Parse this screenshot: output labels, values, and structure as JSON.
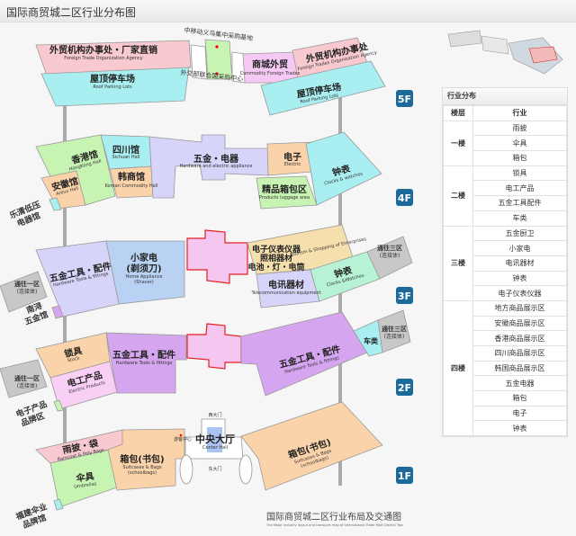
{
  "title": "国际商贸城二区行业分布图",
  "colors": {
    "badge": "#1c6a9a",
    "pink": "#f8c9cf",
    "cyan": "#a9eef0",
    "green": "#c7f3b3",
    "peach": "#fbd3aa",
    "lavender": "#d6d4f8",
    "purple": "#d6a5ef",
    "blue": "#b9d2f3",
    "gray": "#c8c8c8",
    "cross": "#f5c7f0"
  },
  "floors": {
    "f5": {
      "badge": "5F",
      "top_label": "中移动义乌集中采购基地",
      "center_label": "外交部联合国采购中心",
      "left_office": {
        "cn": "外贸机构办事处・厂家直销",
        "en": "Foreign Trade Organization Agency"
      },
      "left_parking": {
        "cn": "屋顶停车场",
        "en": "Roof Parking Lots"
      },
      "commodity": {
        "cn": "商城外贸",
        "en": "Commodity Foreign Trades"
      },
      "right_office": {
        "cn": "外贸机构办事处",
        "en": "Foreign Trades Organization Agency"
      },
      "right_parking": {
        "cn": "屋顶停车场",
        "en": "Roof Parking Lots"
      }
    },
    "f4": {
      "badge": "4F",
      "hongkong": {
        "cn": "香港馆",
        "en": "HongKong Hall"
      },
      "sichuan": {
        "cn": "四川馆",
        "en": "Sichuan Hall"
      },
      "anhui": {
        "cn": "安徽馆",
        "en": "Anhui Hall"
      },
      "korea": {
        "cn": "韩商馆",
        "en": "Korean Commodity Hall"
      },
      "hardware": {
        "cn": "五金・电器",
        "en": "Hardware and electric appliance"
      },
      "electric": {
        "cn": "电子",
        "en": "Electric"
      },
      "luggage": {
        "cn": "精品箱包区",
        "en": "Products luggage area"
      },
      "clocks": {
        "cn": "钟表",
        "en": "Clocks & watches"
      },
      "side": [
        "乐清低压",
        "电器馆"
      ]
    },
    "f3": {
      "badge": "3F",
      "hardware": {
        "cn": "五金工具・配件",
        "en": "Hardware Tools & fittings"
      },
      "appliance": {
        "cn": "小家电",
        "cn2": "(剃须刀)",
        "en": "Home Appliance",
        "en2": "(Shaver)"
      },
      "instruments": {
        "lines": [
          "电子仪表仪器",
          "照相器材",
          "电池・灯・电筒"
        ],
        "en": "Tourism & Shopping of Enterprises"
      },
      "telecom": {
        "cn": "电讯器材",
        "en": "Telecommunication equipment"
      },
      "clocks": {
        "cn": "钟表",
        "en": "Clocks &Watches"
      },
      "to_zone1": {
        "cn": "通往一区",
        "sub": "(连接体)"
      },
      "to_zone3": {
        "cn": "通往三区",
        "sub": "(连接体)"
      },
      "side": [
        "南浔",
        "五金馆"
      ]
    },
    "f2": {
      "badge": "2F",
      "locks": {
        "cn": "锁具",
        "en": "Stock"
      },
      "electric": {
        "cn": "电工产品",
        "en": "Electric Products"
      },
      "hardware_left": {
        "cn": "五金工具・配件",
        "en": "Hardware Tools & fittings"
      },
      "hardware_right": {
        "cn": "五金工具・配件",
        "en": "Hardware Tools & fittings"
      },
      "vehicles": {
        "cn": "车类"
      },
      "to_zone1": {
        "cn": "通往一区",
        "sub": "(连接体)"
      },
      "to_zone3": {
        "cn": "通往三区",
        "sub": "(连接体)"
      },
      "side": [
        "电子产品",
        "品牌区"
      ]
    },
    "f1": {
      "badge": "1F",
      "raincoat": {
        "cn": "雨披・袋",
        "en": "Raincoat & Poly Bags"
      },
      "umbrella": {
        "cn": "伞具",
        "en": "Umbrellas"
      },
      "bags_left": {
        "cn": "箱包(书包)",
        "en": "Suitcases & Bags",
        "en2": "(schoolbags)"
      },
      "hall": {
        "cn": "中央大厅",
        "en": "Center Hall",
        "west": "西大门",
        "east": "东大门",
        "visitor": "游客中心"
      },
      "bags_right": {
        "cn": "箱包(书包)",
        "en": "Suitcases & Bags",
        "en2": "(schoolbags)"
      },
      "side": [
        "福建伞业",
        "品牌馆"
      ]
    }
  },
  "footer": {
    "cn": "国际商贸城二区行业布局及交通图",
    "en": "The Major industry layout and transport map of International Trade Mart District Two"
  },
  "panel": {
    "title": "行业分布",
    "col_floor": "楼层",
    "col_industry": "行业",
    "groups": [
      {
        "floor": "一楼",
        "items": [
          "雨披",
          "伞具",
          "箱包"
        ]
      },
      {
        "floor": "二楼",
        "items": [
          "锁具",
          "电工产品",
          "五金工具配件",
          "车类"
        ]
      },
      {
        "floor": "三楼",
        "items": [
          "五金厨卫",
          "小家电",
          "电讯器材",
          "钟表",
          "电子仪表仪器"
        ]
      },
      {
        "floor": "四楼",
        "items": [
          "地方商品展示区",
          "安徽商品展示区",
          "香港商品展示区",
          "四川商品展示区",
          "韩国商品展示区",
          "五金电器",
          "箱包",
          "电子",
          "钟表"
        ]
      }
    ]
  }
}
